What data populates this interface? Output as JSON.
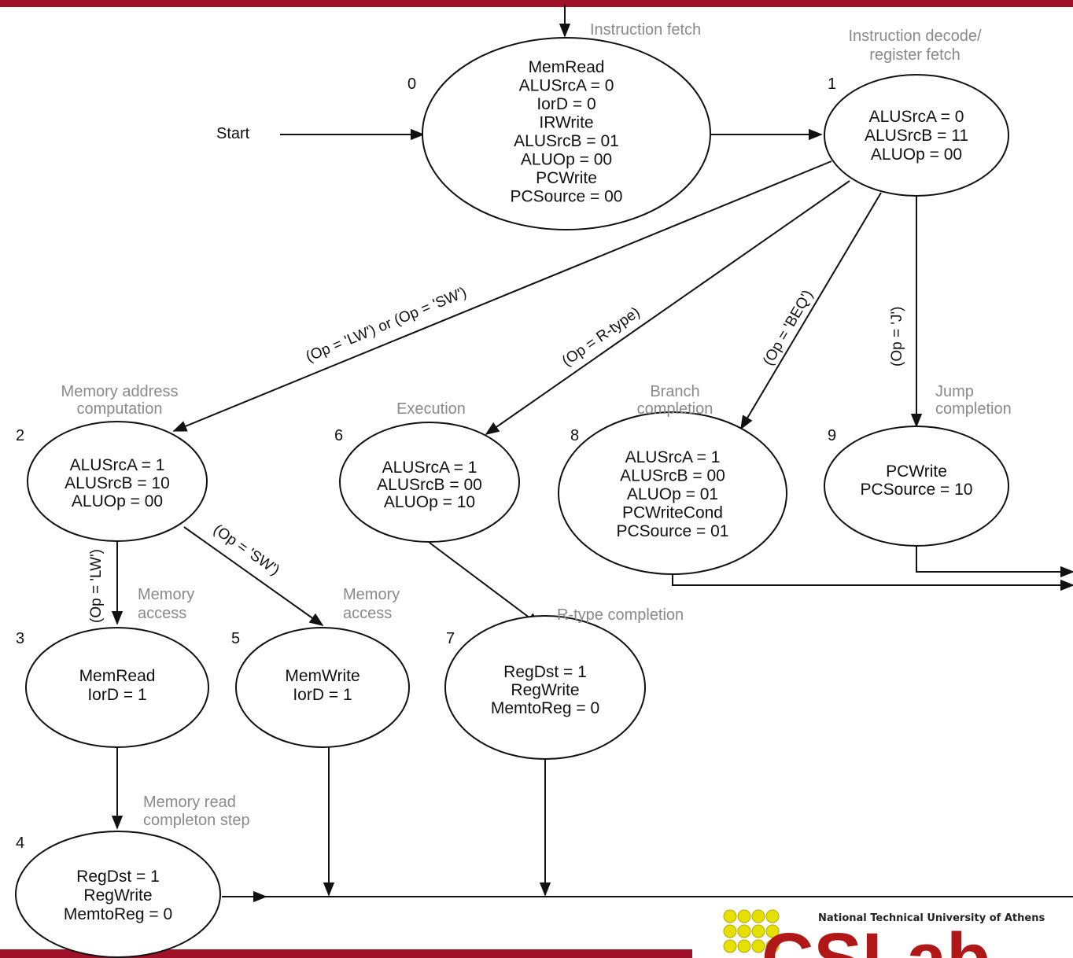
{
  "colors": {
    "frame": "#a0112a",
    "logo_dot": "#e6e000",
    "logo_text": "#b01818",
    "phase_label": "#8a8a8a"
  },
  "start_label": "Start",
  "states": [
    {
      "id": "0",
      "lines": [
        "MemRead",
        "ALUSrcA = 0",
        "IorD = 0",
        "IRWrite",
        "ALUSrcB = 01",
        "ALUOp = 00",
        "PCWrite",
        "PCSource = 00"
      ]
    },
    {
      "id": "1",
      "lines": [
        "ALUSrcA = 0",
        "ALUSrcB = 11",
        "ALUOp = 00"
      ]
    },
    {
      "id": "2",
      "lines": [
        "ALUSrcA = 1",
        "ALUSrcB = 10",
        "ALUOp = 00"
      ]
    },
    {
      "id": "6",
      "lines": [
        "ALUSrcA = 1",
        "ALUSrcB = 00",
        "ALUOp = 10"
      ]
    },
    {
      "id": "8",
      "lines": [
        "ALUSrcA = 1",
        "ALUSrcB = 00",
        "ALUOp = 01",
        "PCWriteCond",
        "PCSource = 01"
      ]
    },
    {
      "id": "9",
      "lines": [
        "PCWrite",
        "PCSource = 10"
      ]
    },
    {
      "id": "3",
      "lines": [
        "MemRead",
        "IorD = 1"
      ]
    },
    {
      "id": "5",
      "lines": [
        "MemWrite",
        "IorD = 1"
      ]
    },
    {
      "id": "7",
      "lines": [
        "RegDst = 1",
        "RegWrite",
        "MemtoReg = 0"
      ]
    },
    {
      "id": "4",
      "lines": [
        "RegDst = 1",
        "RegWrite",
        "MemtoReg = 0"
      ]
    }
  ],
  "phases": {
    "fetch": "Instruction fetch",
    "decode": [
      "Instruction decode/",
      "register fetch"
    ],
    "mem_addr": [
      "Memory address",
      "computation"
    ],
    "execution": "Execution",
    "branch": [
      "Branch",
      "completion"
    ],
    "jump": [
      "Jump",
      "completion"
    ],
    "mem_access_1": [
      "Memory",
      "access"
    ],
    "mem_access_2": [
      "Memory",
      "access"
    ],
    "rtype": "R-type completion",
    "mem_read": [
      "Memory read",
      "completon step"
    ]
  },
  "conditions": {
    "lw_sw": "(Op = 'LW') or (Op = 'SW')",
    "rtype": "(Op = R-type)",
    "beq": "(Op = 'BEQ')",
    "jump": "(Op = 'J')",
    "lw": "(Op = 'LW')",
    "sw": "(Op = 'SW')"
  },
  "logo": {
    "subtitle": "National Technical University of Athens",
    "name": "CSLab"
  }
}
